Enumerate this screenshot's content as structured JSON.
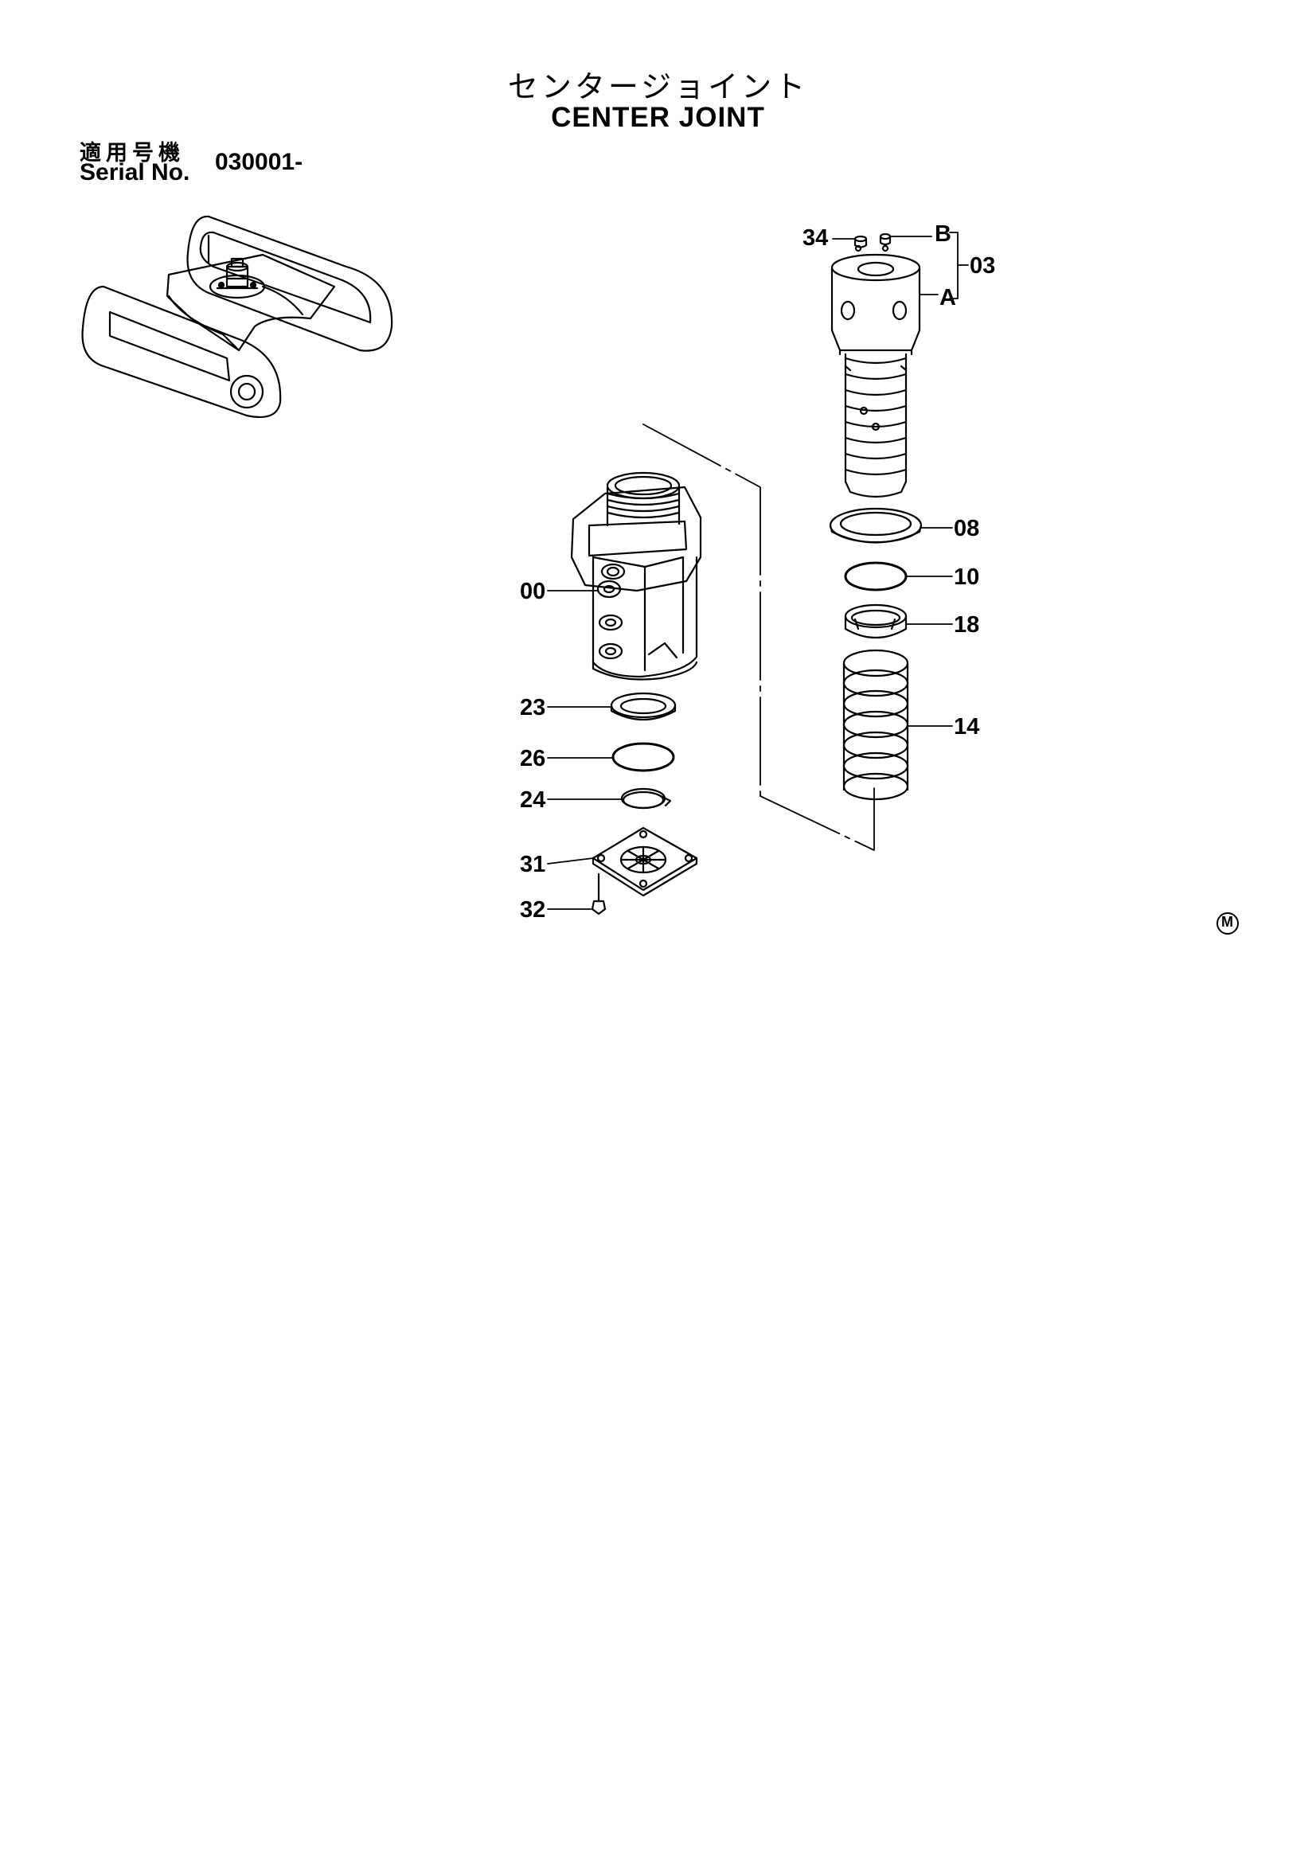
{
  "title": {
    "japanese": "センタージョイント",
    "english": "CENTER JOINT"
  },
  "serial": {
    "label_jp": "適用号機",
    "label_en": "Serial No.",
    "value": "030001-"
  },
  "callouts": {
    "p34": "34",
    "pB": "B",
    "p03": "03",
    "pA": "A",
    "p08": "08",
    "p10": "10",
    "p18": "18",
    "p14": "14",
    "p00": "00",
    "p23": "23",
    "p26": "26",
    "p24": "24",
    "p31": "31",
    "p32": "32"
  },
  "mark": "M"
}
